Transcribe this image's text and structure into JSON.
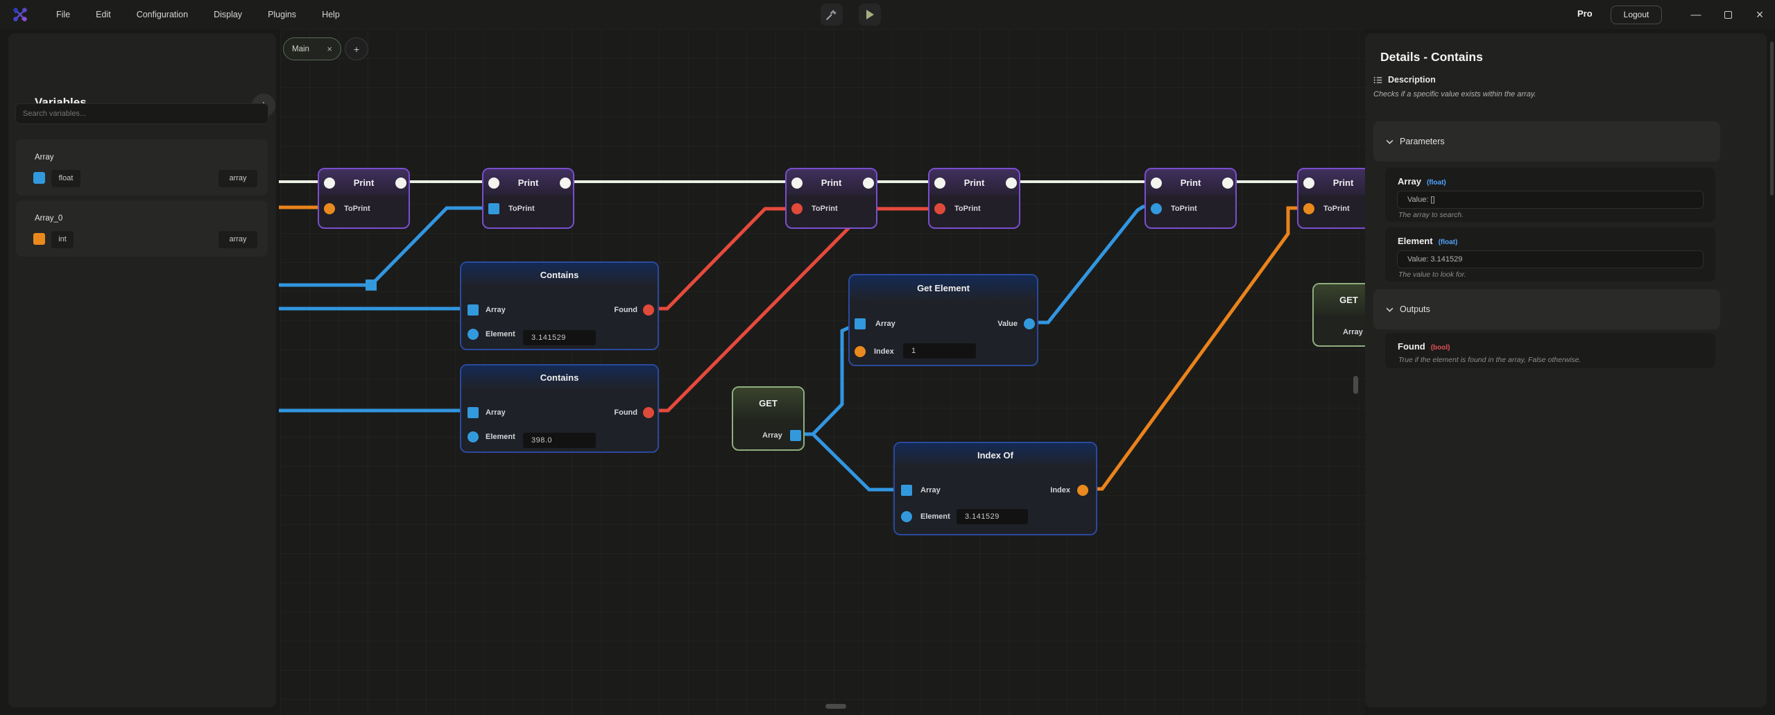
{
  "title_bar": {
    "menus": [
      "File",
      "Edit",
      "Configuration",
      "Display",
      "Plugins",
      "Help"
    ],
    "pro_badge": "Pro",
    "logout_button": "Logout",
    "window_controls": {
      "minimize": "—",
      "close": "×"
    }
  },
  "toolbar": {
    "icons": [
      "hammer-icon",
      "play-icon"
    ]
  },
  "sidebar": {
    "title": "Variables",
    "add_button": "+",
    "search_placeholder": "Search variables...",
    "variables": [
      {
        "name": "Array",
        "type": "float",
        "container": "array",
        "color": "#3399dd"
      },
      {
        "name": "Array_0",
        "type": "int",
        "container": "array",
        "color": "#ea8a1e"
      }
    ]
  },
  "tab_bar": {
    "tabs": [
      {
        "label": "Main",
        "close": "×"
      }
    ],
    "new_tab": "+"
  },
  "canvas": {
    "nodes": {
      "print1": {
        "title": "Print",
        "input_label": "ToPrint"
      },
      "print2": {
        "title": "Print",
        "input_label": "ToPrint"
      },
      "print3": {
        "title": "Print",
        "input_label": "ToPrint"
      },
      "print4": {
        "title": "Print",
        "input_label": "ToPrint"
      },
      "print5": {
        "title": "Print",
        "input_label": "ToPrint"
      },
      "print6": {
        "title": "Print",
        "input_label": "ToPrint"
      },
      "contains1": {
        "title": "Contains",
        "array_label": "Array",
        "found_label": "Found",
        "element_label": "Element",
        "element_value": "3.141529"
      },
      "contains2": {
        "title": "Contains",
        "array_label": "Array",
        "found_label": "Found",
        "element_label": "Element",
        "element_value": "398.0"
      },
      "get_element": {
        "title": "Get Element",
        "array_label": "Array",
        "value_label": "Value",
        "index_label": "Index",
        "index_value": "1"
      },
      "get1": {
        "title": "GET",
        "array_label": "Array"
      },
      "get2": {
        "title": "GET",
        "array_label": "Array"
      },
      "index_of": {
        "title": "Index Of",
        "array_label": "Array",
        "index_label": "Index",
        "element_label": "Element",
        "element_value": "3.141529"
      }
    },
    "wire_colors": {
      "exec": "#e9efe2",
      "float_array": "#3296e0",
      "int": "#ea831c",
      "bool": "#e64a3c"
    }
  },
  "details_panel": {
    "title": "Details - Contains",
    "description_label": "Description",
    "description_text": "Checks if a specific value exists within the array.",
    "parameters_label": "Parameters",
    "parameters": [
      {
        "name": "Array",
        "type": "(float)",
        "value": "Value: []",
        "description": "The array to search."
      },
      {
        "name": "Element",
        "type": "(float)",
        "value": "Value: 3.141529",
        "description": "The value to look for."
      }
    ],
    "outputs_label": "Outputs",
    "outputs": [
      {
        "name": "Found",
        "type": "(bool)",
        "description": "True if the element is found in the array, False otherwise."
      }
    ]
  }
}
